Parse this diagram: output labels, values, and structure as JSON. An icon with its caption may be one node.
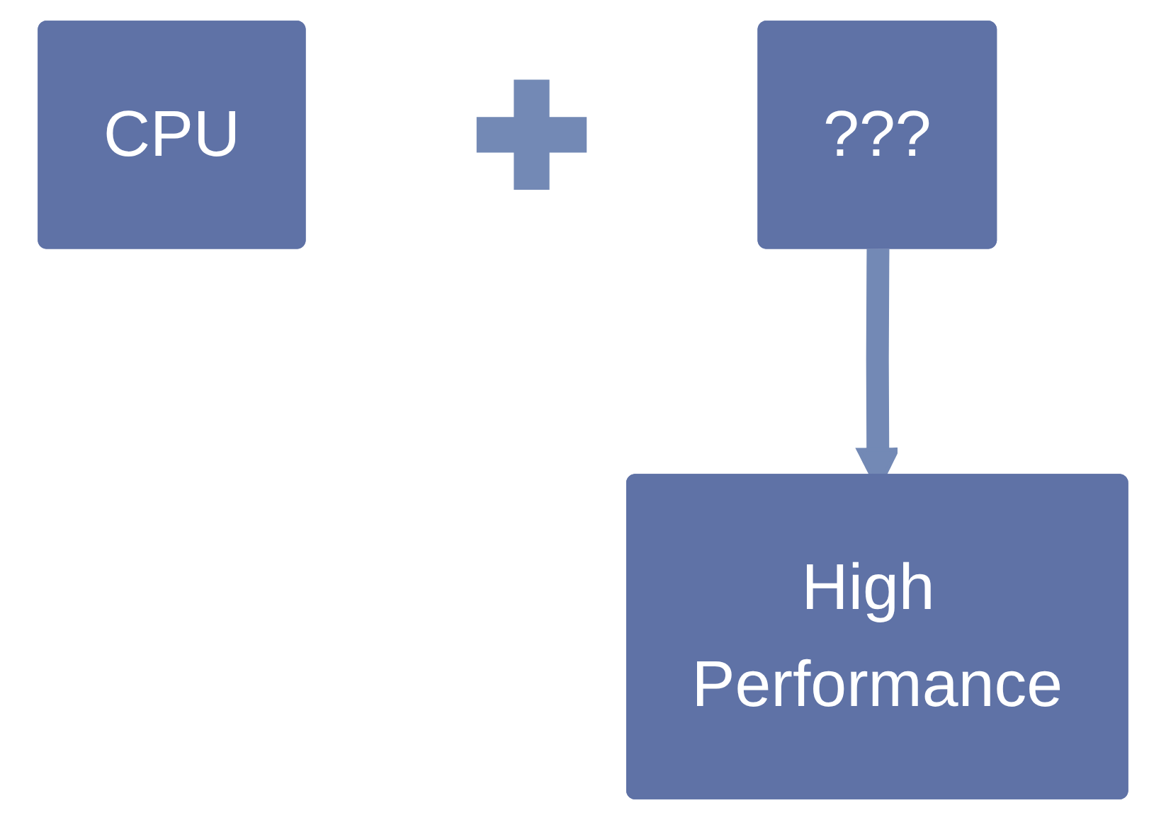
{
  "diagram": {
    "nodes": [
      {
        "text": [
          "CPU"
        ]
      },
      {
        "text": [],
        "shape": "plus"
      },
      {
        "text": [
          "???"
        ]
      },
      {
        "text": [
          "High Performance"
        ]
      }
    ],
    "edges": [
      {
        "from": 2,
        "to": 3,
        "arrow": "to"
      }
    ]
  }
}
